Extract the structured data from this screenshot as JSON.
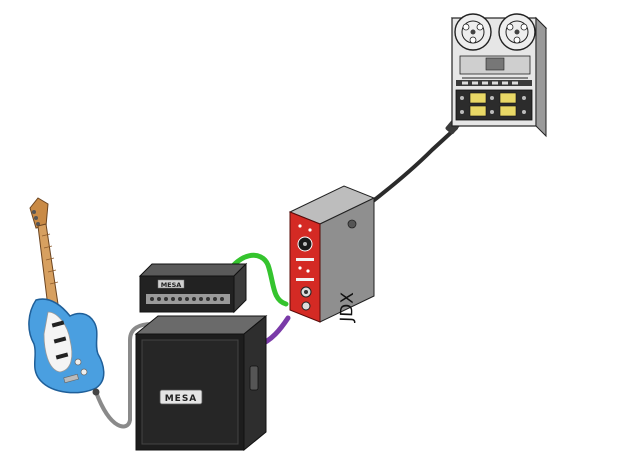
{
  "scene": {
    "devices": {
      "guitar": {
        "icon": "electric-guitar-icon",
        "body_color": "#4a9fe0"
      },
      "amp_head": {
        "icon": "amp-head-icon",
        "brand": "MESA"
      },
      "cabinet": {
        "icon": "speaker-cabinet-icon",
        "badge": "MESA"
      },
      "di_box": {
        "icon": "di-box-icon",
        "label": "JDX",
        "faceplate_color": "#d42a24"
      },
      "tape_machine": {
        "icon": "reel-to-reel-icon"
      }
    },
    "cables": {
      "guitar_to_cab": {
        "color": "#8a8a8a"
      },
      "amp_to_di": {
        "color": "#35c42e"
      },
      "cab_to_di": {
        "color": "#7a3aa8"
      },
      "di_to_recorder": {
        "color": "#2b2b2b"
      }
    }
  }
}
